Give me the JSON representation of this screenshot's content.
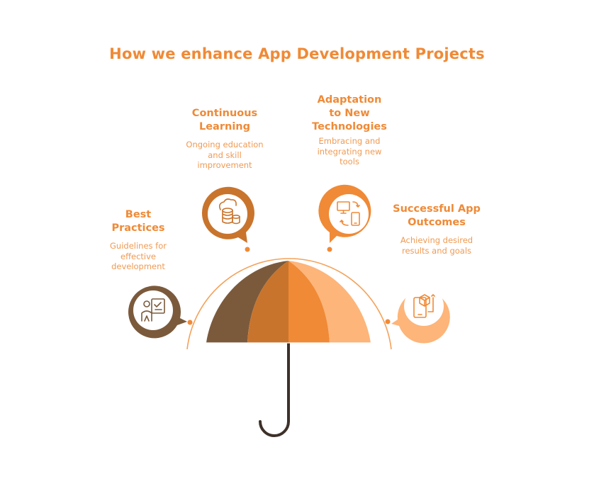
{
  "title": "How we enhance App Development Projects",
  "nodes": [
    {
      "title_lines": [
        "Best",
        "Practices"
      ],
      "desc_lines": [
        "Guidelines for",
        "effective",
        "development"
      ],
      "icon": "teacher-icon",
      "color": "#7b5a3c"
    },
    {
      "title_lines": [
        "Continuous",
        "Learning"
      ],
      "desc_lines": [
        "Ongoing education",
        "and skill",
        "improvement"
      ],
      "icon": "database-icon",
      "color": "#c9742c"
    },
    {
      "title_lines": [
        "Adaptation",
        "to New",
        "Technologies"
      ],
      "desc_lines": [
        "Embracing and",
        "integrating new",
        "tools"
      ],
      "icon": "devices-sync-icon",
      "color": "#f08a36"
    },
    {
      "title_lines": [
        "Successful App",
        "Outcomes"
      ],
      "desc_lines": [
        "Achieving desired",
        "results and goals"
      ],
      "icon": "app-cube-icon",
      "color": "#fdb57a"
    }
  ],
  "colors": {
    "title": "#f08a36",
    "arc": "#f4a25a",
    "handle": "#3d3129",
    "panel_1": "#7b5a3c",
    "panel_2": "#c9742c",
    "panel_3": "#f08a36",
    "panel_4": "#fdb57a"
  }
}
